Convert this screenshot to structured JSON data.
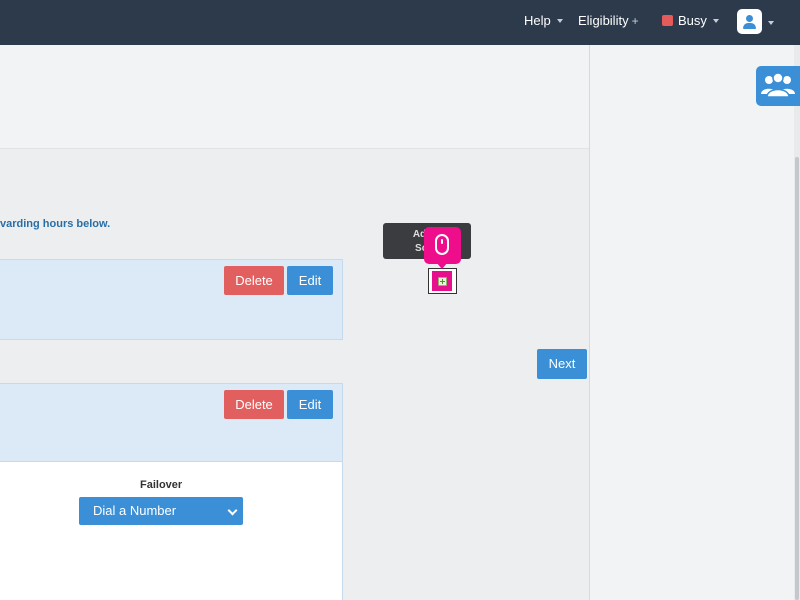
{
  "topbar": {
    "help_label": "Help",
    "eligibility_label": "Eligibility",
    "status_label": "Busy",
    "status_color": "#e55a5a"
  },
  "main": {
    "instruction_text": "varding hours below.",
    "tooltip_line1": "Add F",
    "tooltip_line2": "Sche",
    "cards": [
      {
        "delete_label": "Delete",
        "edit_label": "Edit"
      },
      {
        "delete_label": "Delete",
        "edit_label": "Edit"
      }
    ],
    "next_label": "Next",
    "failover": {
      "label": "Failover",
      "selected": "Dial a Number"
    }
  },
  "icons": {
    "team": "users-icon",
    "pointer": "mouse-icon",
    "add": "add-icon",
    "avatar": "user-icon"
  },
  "colors": {
    "accent": "#3a8fd6",
    "danger": "#e25f5f",
    "topbar": "#2c3a4c",
    "highlight": "#ee0e8c"
  }
}
